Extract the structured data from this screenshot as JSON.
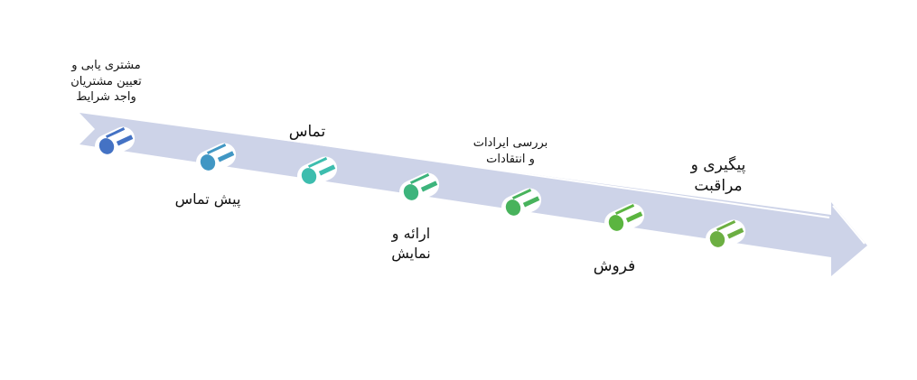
{
  "diagram": {
    "type": "process-arrow-timeline",
    "direction": "left-to-right",
    "arrow_color": "#CDD3E8",
    "arrow_highlight": "#FFFFFF",
    "stages": [
      {
        "index": 1,
        "lines": [
          "مشتری یابی و",
          "تعیین مشتریان",
          "واجد شرایط"
        ],
        "position": "above",
        "color": "#4472C4"
      },
      {
        "index": 2,
        "lines": [
          "پیش تماس"
        ],
        "position": "below",
        "color": "#4197C4"
      },
      {
        "index": 3,
        "lines": [
          "تماس"
        ],
        "position": "above",
        "color": "#3DBDAE"
      },
      {
        "index": 4,
        "lines": [
          "ارائه و",
          "نمایش"
        ],
        "position": "below",
        "color": "#3DB47C"
      },
      {
        "index": 5,
        "lines": [
          "بررسی ایرادات",
          "و انتقادات"
        ],
        "position": "above",
        "color": "#48B35C"
      },
      {
        "index": 6,
        "lines": [
          "فروش"
        ],
        "position": "below",
        "color": "#5BB540"
      },
      {
        "index": 7,
        "lines": [
          "پیگیری و",
          "مراقبت"
        ],
        "position": "above",
        "color": "#6CAF42"
      }
    ]
  }
}
